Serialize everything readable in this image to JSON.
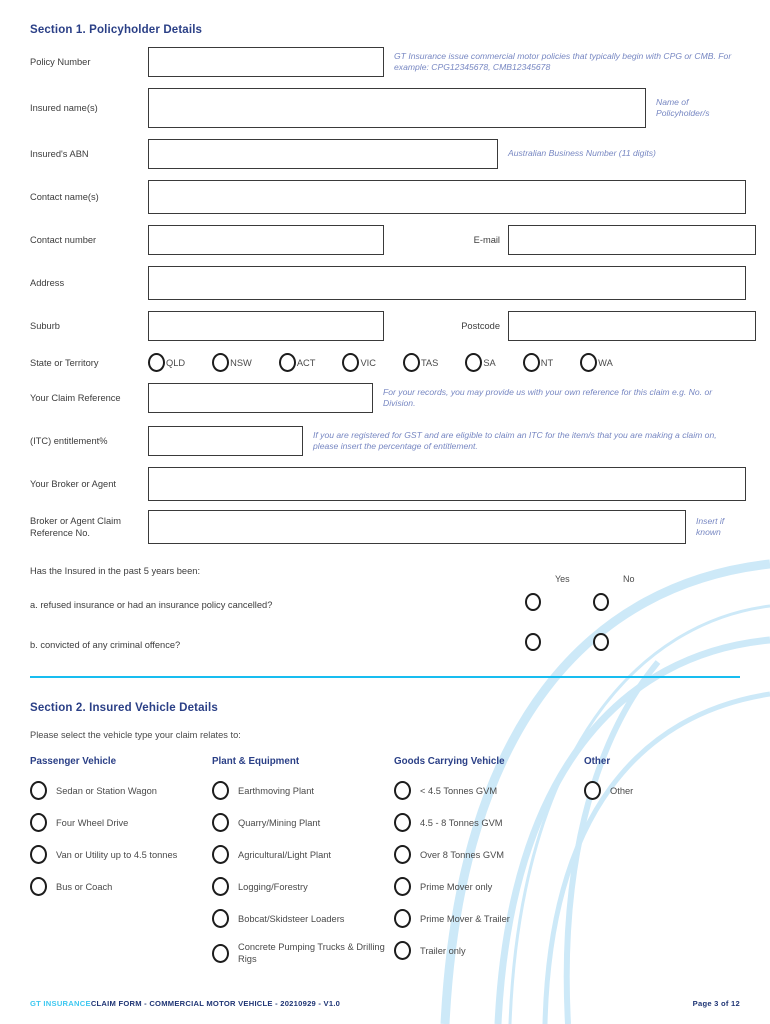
{
  "section1": {
    "heading": "Section 1. Policyholder Details",
    "fields": {
      "policy_number": {
        "label": "Policy Number",
        "value": "",
        "hint": "GT Insurance issue commercial motor policies that typically begin with CPG or CMB. For example: CPG12345678, CMB12345678"
      },
      "insured_names": {
        "label": "Insured name(s)",
        "value": "",
        "hint": "Name of Policyholder/s"
      },
      "insured_abn": {
        "label": "Insured's ABN",
        "value": "",
        "hint": "Australian Business Number (11 digits)"
      },
      "contact_names": {
        "label": "Contact name(s)",
        "value": ""
      },
      "contact_number": {
        "label": "Contact number",
        "value": ""
      },
      "email": {
        "label": "E-mail",
        "value": ""
      },
      "address": {
        "label": "Address",
        "value": ""
      },
      "suburb": {
        "label": "Suburb",
        "value": ""
      },
      "postcode": {
        "label": "Postcode",
        "value": ""
      },
      "state": {
        "label": "State or Territory",
        "options": [
          "QLD",
          "NSW",
          "ACT",
          "VIC",
          "TAS",
          "SA",
          "NT",
          "WA"
        ],
        "selected": ""
      },
      "claim_reference": {
        "label": "Your Claim Reference",
        "value": "",
        "hint": "For your records, you may provide us with your own reference for this claim e.g. No. or Division."
      },
      "itc_entitlement": {
        "label": "(ITC) entitlement%",
        "value": "",
        "hint": "If you are registered for GST and are eligible to claim an ITC for the item/s that you are making a claim on, please insert the percentage of entitlement."
      },
      "broker_agent": {
        "label": "Your Broker or Agent",
        "value": ""
      },
      "broker_claim_ref": {
        "label": "Broker or Agent Claim Reference No.",
        "value": "",
        "hint": "Insert if known"
      }
    },
    "history": {
      "intro": "Has the Insured in the past 5 years been:",
      "yes_label": "Yes",
      "no_label": "No",
      "questions": [
        "a. refused insurance or had an insurance policy cancelled?",
        "b. convicted of any criminal offence?"
      ]
    }
  },
  "section2": {
    "heading": "Section 2. Insured Vehicle Details",
    "intro": "Please select the vehicle type your claim relates to:",
    "columns": [
      {
        "title": "Passenger Vehicle",
        "options": [
          "Sedan or Station Wagon",
          "Four Wheel Drive",
          "Van or Utility up to 4.5 tonnes",
          "Bus or Coach"
        ]
      },
      {
        "title": "Plant & Equipment",
        "options": [
          "Earthmoving Plant",
          "Quarry/Mining Plant",
          "Agricultural/Light Plant",
          "Logging/Forestry",
          "Bobcat/Skidsteer Loaders",
          "Concrete Pumping Trucks & Drilling Rigs"
        ]
      },
      {
        "title": "Goods Carrying Vehicle",
        "options": [
          "< 4.5 Tonnes GVM",
          "4.5 - 8 Tonnes GVM",
          "Over 8 Tonnes GVM",
          "Prime Mover only",
          "Prime Mover & Trailer",
          "Trailer only"
        ]
      },
      {
        "title": "Other",
        "options": [
          "Other"
        ]
      }
    ]
  },
  "footer": {
    "brand": "GT INSURANCE",
    "text": "CLAIM FORM - COMMERCIAL MOTOR VEHICLE - 20210929 - V1.0",
    "page": "Page 3 of 12"
  },
  "colors": {
    "heading_navy": "#2a3f86",
    "divider_cyan": "#18bdf0",
    "hint_blue": "#7787c2",
    "brand_cyan": "#3ec8f0",
    "footer_navy": "#1f3575",
    "swoosh_blue": "#cde9f8"
  }
}
